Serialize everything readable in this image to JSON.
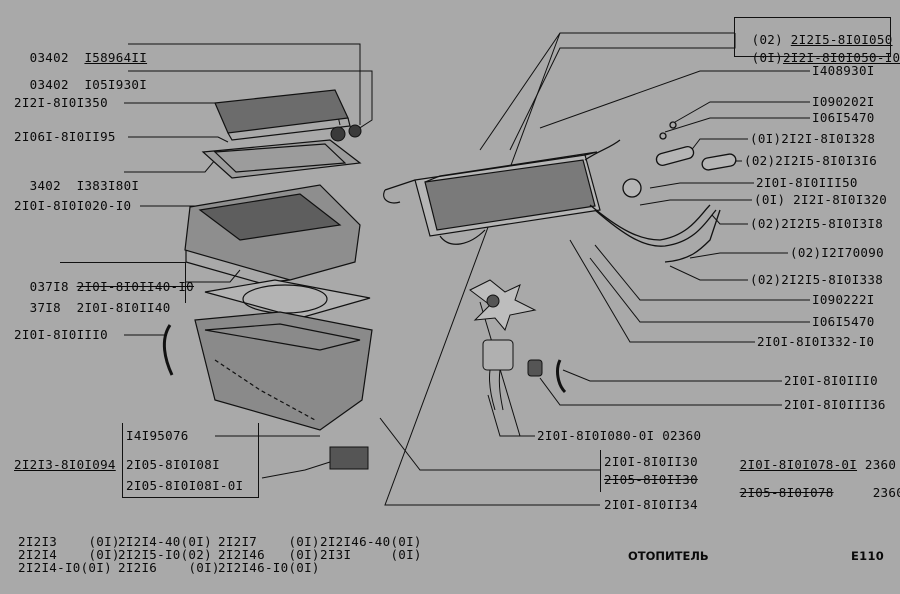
{
  "left_labels": [
    {
      "prefix": "03402",
      "num": "I58964II"
    },
    {
      "prefix": "03402",
      "num": "I05I930I"
    },
    {
      "prefix": "",
      "num": "2I2I-8I0I350"
    },
    {
      "prefix": "",
      "num": "2I06I-8I0II95"
    },
    {
      "prefix": "3402",
      "num": "I383I80I"
    },
    {
      "prefix": "",
      "num": "2I0I-8I0I020-I0"
    },
    {
      "prefix": "037I8",
      "num": "2I0I-8I0II40-I0"
    },
    {
      "prefix": "37I8",
      "num": "2I0I-8I0II40"
    },
    {
      "prefix": "",
      "num": "2I0I-8I0III0"
    }
  ],
  "lower_left": {
    "ref1": "I4I95076",
    "main": "2I2I3-8I0I094",
    "ref2": "2I05-8I0I08I",
    "ref3": "2I05-8I0I08I-0I"
  },
  "right_top": {
    "line1_qty": "(02)",
    "line1_num": "2I2I5-8I0I050",
    "line2_qty": "(0I)",
    "line2_num": "2I2I-8I0I050-I0"
  },
  "right_labels": [
    "I408930I",
    "I090202I",
    "I06I5470",
    "(0I)2I2I-8I0I328",
    "(02)2I2I5-8I0I3I6",
    "2I0I-8I0III50",
    "(0I) 2I2I-8I0I320",
    "(02)2I2I5-8I0I3I8",
    "(02)I2I70090",
    "(02)2I2I5-8I0I338",
    "I090222I",
    "I06I5470",
    "2I0I-8I0I332-I0",
    "2I0I-8I0III0",
    "2I0I-8I0III36"
  ],
  "motor": {
    "label": "2I0I-8I0I080-0I 02360",
    "alt1": "2I0I-8I0II30",
    "alt2": "2I05-8I0II30",
    "bottom": "2I0I-8I0II34"
  },
  "right_alt": {
    "l1": "2I0I-8I0I078-0I",
    "l1_val": "2360",
    "l2": "2I05-8I0I078",
    "l2_val": "2360"
  },
  "models": [
    [
      "2I2I3",
      "(0I)"
    ],
    [
      "2I2I4",
      "(0I)"
    ],
    [
      "2I2I4-I0",
      "(0I)"
    ],
    [
      "2I2I4-40",
      "(0I)"
    ],
    [
      "2I2I5-I0",
      "(02)"
    ],
    [
      "2I2I6",
      "(0I)"
    ],
    [
      "2I2I7",
      "(0I)"
    ],
    [
      "2I2I46",
      "(0I)"
    ],
    [
      "2I2I46-I0",
      "(0I)"
    ],
    [
      "2I2I46-40",
      "(0I)"
    ],
    [
      "2I3I",
      "(0I)"
    ]
  ],
  "title": "ОТОПИТЕЛЬ",
  "code": "E110"
}
